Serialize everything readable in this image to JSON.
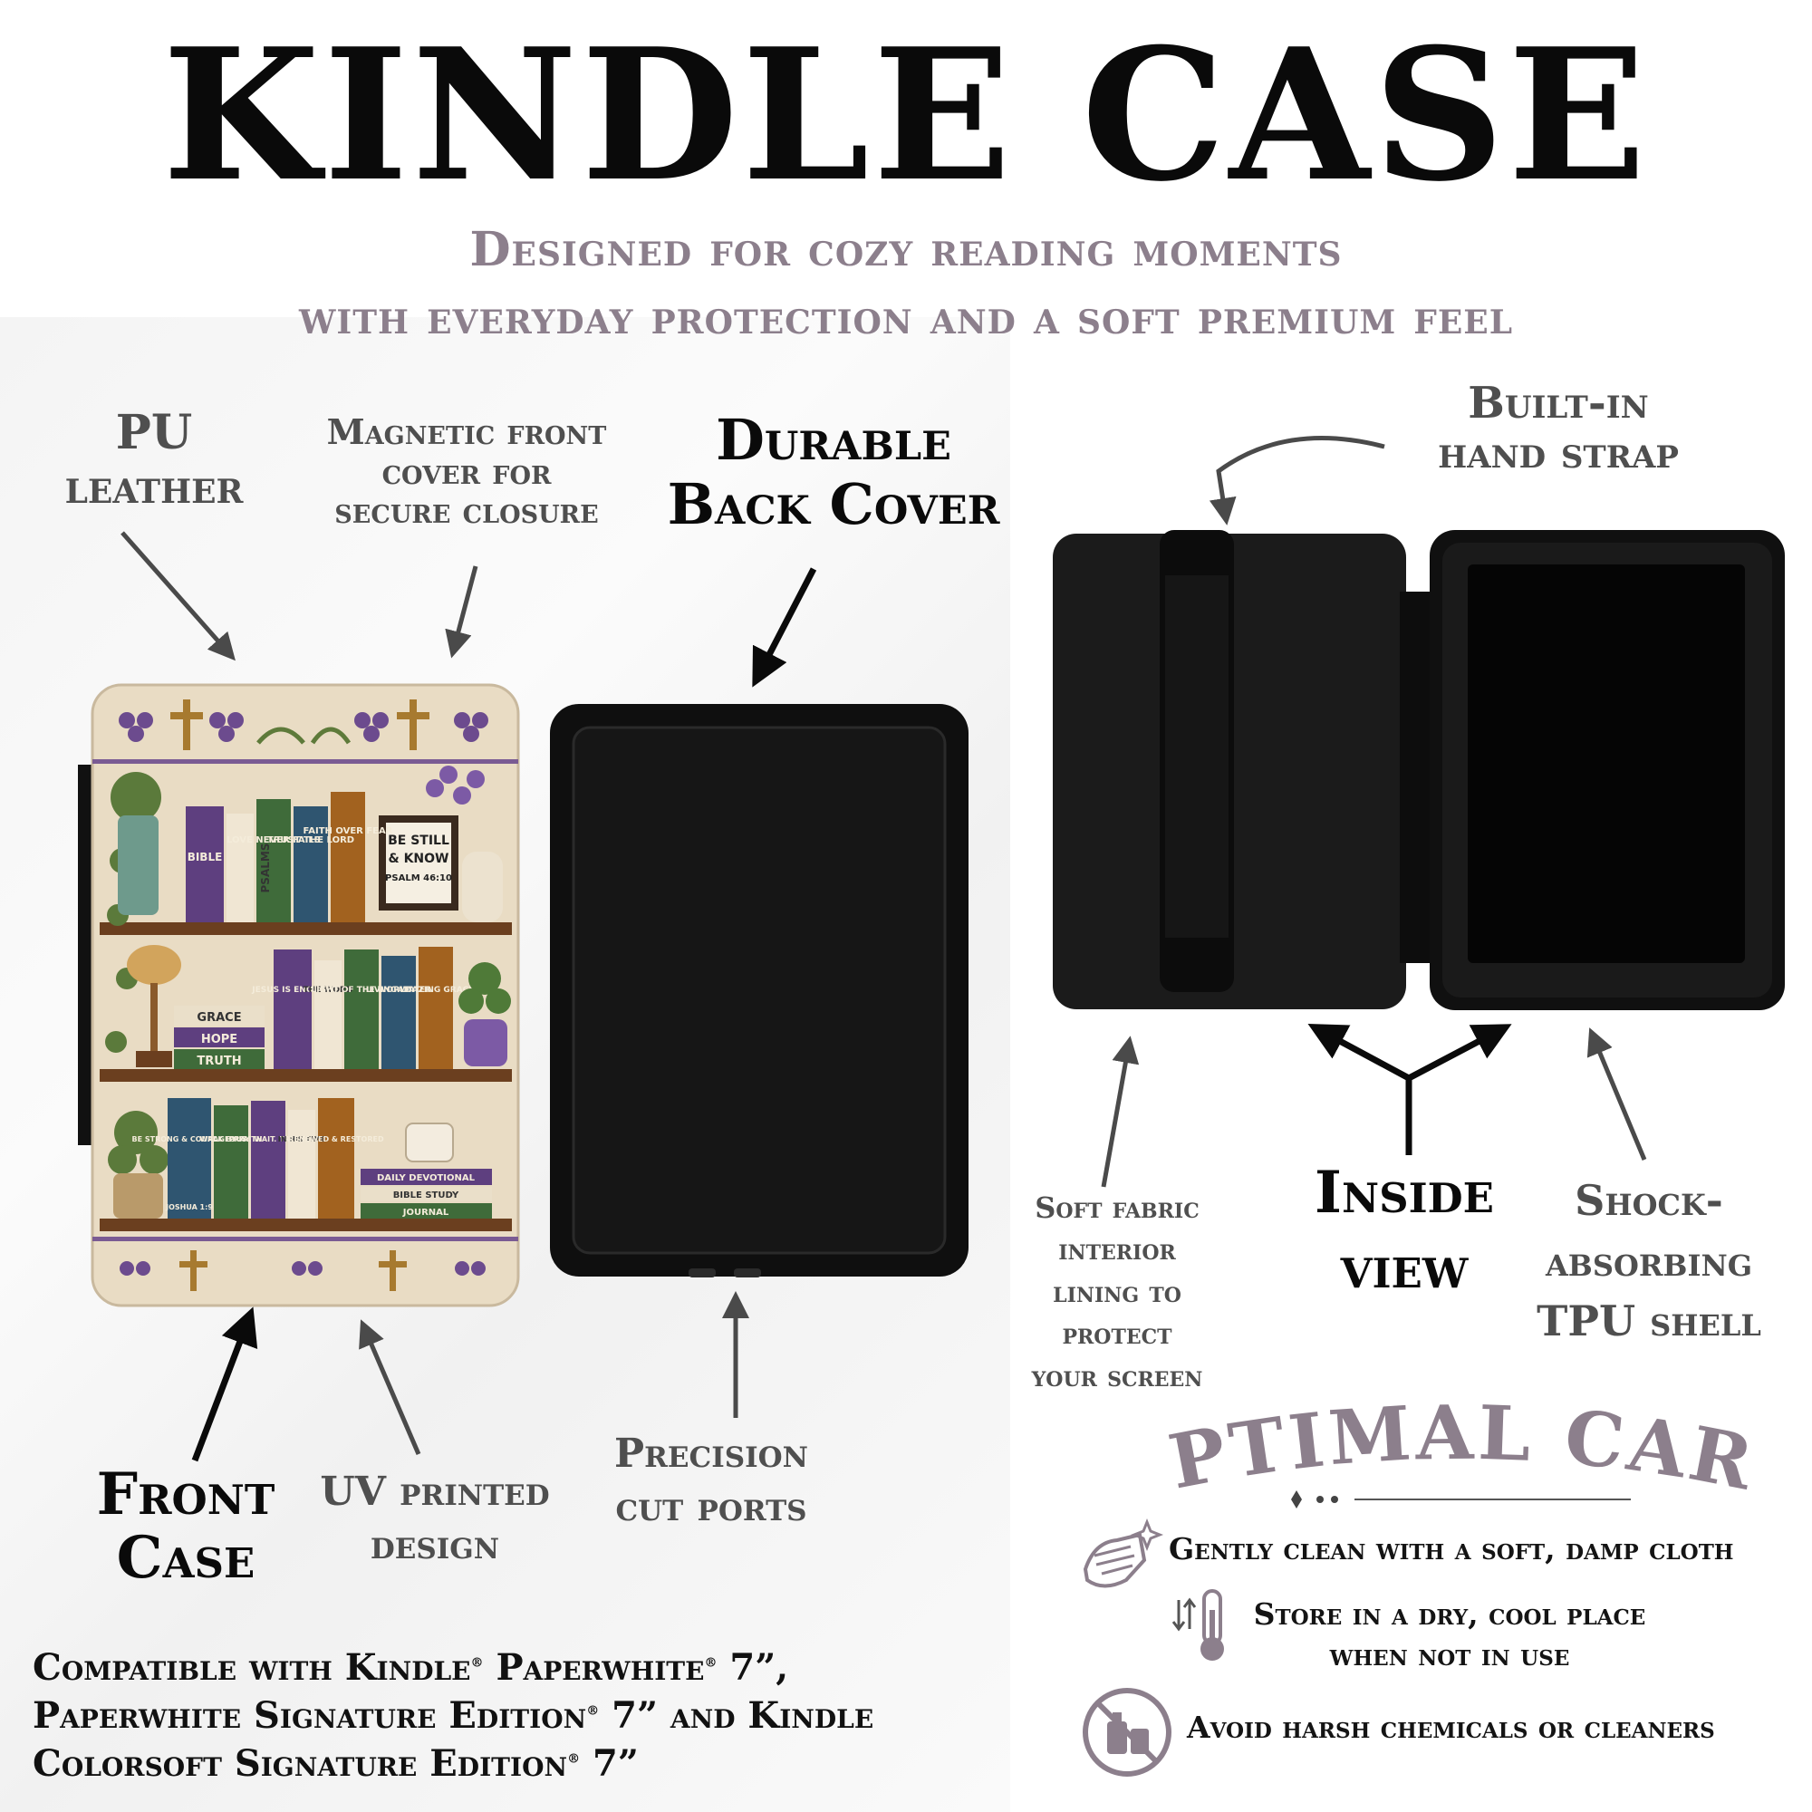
{
  "header": {
    "title": "KINDLE CASE",
    "subtitle_line1": "Designed for cozy reading moments",
    "subtitle_line2": "with everyday protection and a soft  premium feel"
  },
  "labels": {
    "pu_leather_1": "PU",
    "pu_leather_2": "leather",
    "magnetic_1": "Magnetic front",
    "magnetic_2": "cover for",
    "magnetic_3": "secure closure",
    "durable_1": "Durable",
    "durable_2": "Back Cover",
    "front_case_1": "Front",
    "front_case_2": "Case",
    "uv_1": "UV printed",
    "uv_2": "design",
    "precision_1": "Precision",
    "precision_2": "cut ports",
    "strap_1": "Built-in",
    "strap_2": "hand strap",
    "fabric_1": "Soft fabric",
    "fabric_2": "interior",
    "fabric_3": "lining to",
    "fabric_4": "protect",
    "fabric_5": "your screen",
    "inside_1": "Inside",
    "inside_2": "view",
    "shock_1": "Shock-",
    "shock_2": "absorbing",
    "shock_3": "TPU shell"
  },
  "compat": {
    "line1_a": "Compatible with Kindle",
    "line1_b": " Paperwhite",
    "line1_c": " 7”,",
    "line2_a": "Paperwhite Signature Edition",
    "line2_b": " 7” and Kindle",
    "line3_a": "Colorsoft Signature Edition",
    "line3_b": " 7”",
    "reg": "®"
  },
  "care": {
    "title": "OPTIMAL  CARE",
    "item1": "Gently clean with a soft, damp cloth",
    "item2_1": "Store in a dry, cool place",
    "item2_2": "when not in use",
    "item3": "Avoid harsh chemicals or cleaners"
  },
  "artwork": {
    "books_top": [
      "BIBLE",
      "PSALMS",
      "LOVE NEVER FAILS",
      "TRUST THE LORD",
      "FAITH OVER FEAR"
    ],
    "sign_1": "BE STILL",
    "sign_2": "& KNOW",
    "sign_3": "PSALM 46:10",
    "books_mid_stack": [
      "GRACE",
      "HOPE",
      "TRUTH"
    ],
    "books_mid": [
      "JESUS IS ENOUGH",
      "THE WORD",
      "LIGHT OF THE WORLD",
      "LIVING WATER",
      "AMAZING GRACE"
    ],
    "books_bottom": [
      "BE STRONG & COURAGEOUS",
      "WALK BY FAITH",
      "PRAY. WAIT. TRUST.",
      "IN HIS TIME",
      "RENEWED & RESTORED"
    ],
    "joshua": "JOSHUA 1:9",
    "books_bottom_stack": [
      "DAILY DEVOTIONAL",
      "BIBLE STUDY",
      "JOURNAL"
    ]
  },
  "colors": {
    "mauve": "#8c7f8c",
    "purple": "#5e3f7f",
    "knit_cream": "#e9dcc4",
    "case_black": "#141414"
  }
}
